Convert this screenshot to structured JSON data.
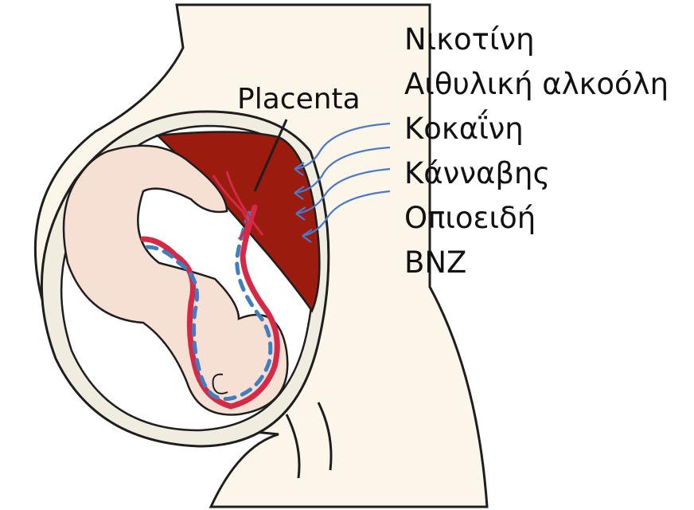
{
  "diagram": {
    "placenta_label": "Placenta",
    "substances": [
      "Νικοτίνη",
      "Αιθυλική αλκοόλη",
      "Κοκαΐνη",
      "Κάνναβης",
      "Οπιοειδή",
      "BNZ"
    ],
    "colors": {
      "placenta": "#9b1b0e",
      "skin": "#f6e0d4",
      "amniotic_fluid": "#ffffff",
      "uterus_wall": "#fbf6e9",
      "artery": "#d42a47",
      "vein": "#3f7fc1",
      "arrow": "#4c79c7",
      "outline": "#1e1e1e"
    },
    "icons": [
      "arrow-icon"
    ]
  }
}
